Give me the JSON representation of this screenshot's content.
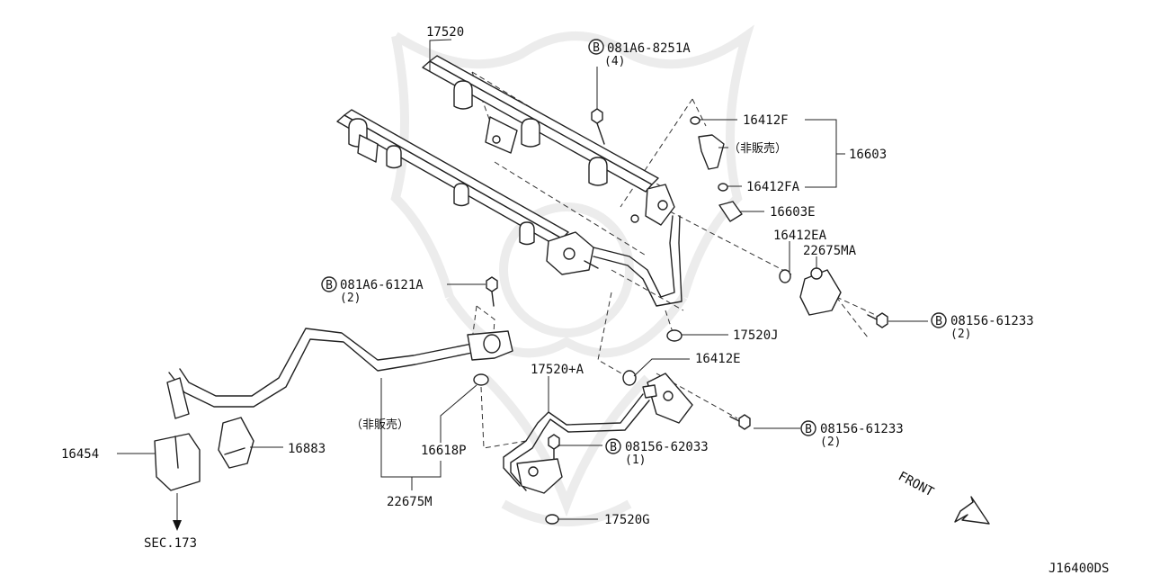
{
  "diagram": {
    "code": "J16400DS",
    "front_label": "FRONT",
    "callouts": {
      "rail": "17520",
      "bolt_a": "081A6-8251A",
      "bolt_a_qty": "(4)",
      "inj_top_seal": "16412F",
      "inj_note": "（非販売）",
      "injector_asm": "16603",
      "inj_bot_seal": "16412FA",
      "clip": "16603E",
      "oring_ea": "16412EA",
      "regulator": "22675MA",
      "bolt_b": "081A6-6121A",
      "bolt_b_qty": "(2)",
      "bolt_c": "08156-61233",
      "bolt_c_qty": "(2)",
      "washer_j": "17520J",
      "tube_a": "17520+A",
      "oring_e": "16412E",
      "bolt_d": "08156-61233",
      "bolt_d_qty": "(2)",
      "damper_pipe": "16618P",
      "bolt_e": "08156-62033",
      "bolt_e_qty": "(1)",
      "hose_note": "（非販売）",
      "hose": "22675M",
      "connector": "16454",
      "clamp": "16883",
      "washer_g": "17520G",
      "sec_ref": "SEC.173",
      "bolt_symbol": "B"
    }
  }
}
